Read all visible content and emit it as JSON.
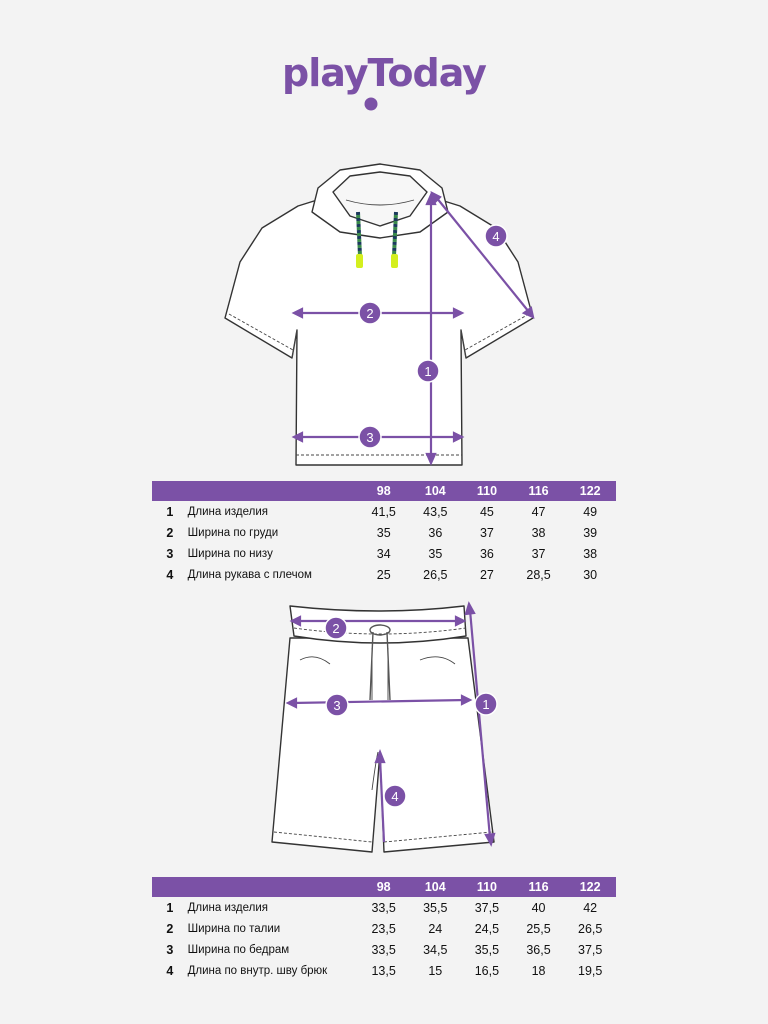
{
  "brand": {
    "name": "playToday",
    "color": "#7b51a6"
  },
  "accent_colors": {
    "dimension_line": "#7b51a6",
    "drawstring_tip": "#d4ef1e",
    "drawstring_cord": "#3a8a4a"
  },
  "sketches": {
    "tshirt_markers": [
      "1",
      "2",
      "3",
      "4"
    ],
    "shorts_markers": [
      "1",
      "2",
      "3",
      "4"
    ]
  },
  "top_table": {
    "sizes": [
      "98",
      "104",
      "110",
      "116",
      "122"
    ],
    "rows": [
      {
        "num": "1",
        "label": "Длина изделия",
        "values": [
          "41,5",
          "43,5",
          "45",
          "47",
          "49"
        ]
      },
      {
        "num": "2",
        "label": "Ширина по груди",
        "values": [
          "35",
          "36",
          "37",
          "38",
          "39"
        ]
      },
      {
        "num": "3",
        "label": "Ширина по низу",
        "values": [
          "34",
          "35",
          "36",
          "37",
          "38"
        ]
      },
      {
        "num": "4",
        "label": "Длина рукава с плечом",
        "values": [
          "25",
          "26,5",
          "27",
          "28,5",
          "30"
        ]
      }
    ]
  },
  "bottom_table": {
    "sizes": [
      "98",
      "104",
      "110",
      "116",
      "122"
    ],
    "rows": [
      {
        "num": "1",
        "label": "Длина изделия",
        "values": [
          "33,5",
          "35,5",
          "37,5",
          "40",
          "42"
        ]
      },
      {
        "num": "2",
        "label": "Ширина по талии",
        "values": [
          "23,5",
          "24",
          "24,5",
          "25,5",
          "26,5"
        ]
      },
      {
        "num": "3",
        "label": "Ширина по бедрам",
        "values": [
          "33,5",
          "34,5",
          "35,5",
          "36,5",
          "37,5"
        ]
      },
      {
        "num": "4",
        "label": "Длина по внутр. шву брюк",
        "values": [
          "13,5",
          "15",
          "16,5",
          "18",
          "19,5"
        ]
      }
    ]
  }
}
